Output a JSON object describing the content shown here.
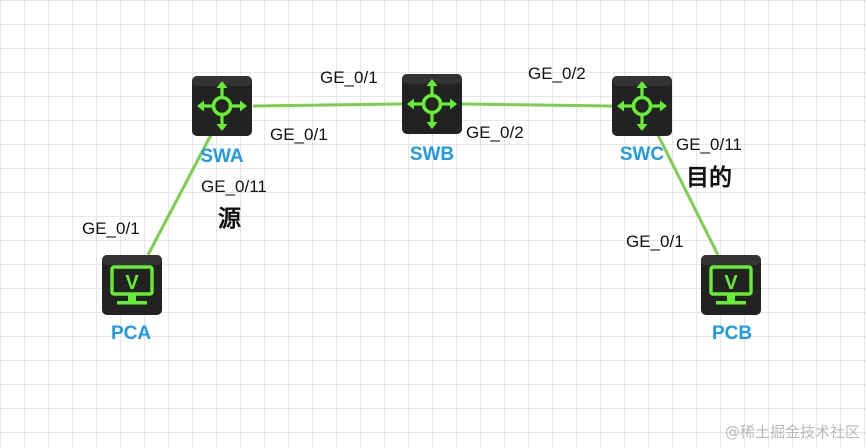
{
  "colors": {
    "link": "#7bd04b",
    "device_body": "#222222",
    "device_glyph": "#66ee33",
    "label_blue": "#1e9be6"
  },
  "nodes": {
    "swa": {
      "label": "SWA",
      "icon": "switch-icon"
    },
    "swb": {
      "label": "SWB",
      "icon": "switch-icon"
    },
    "swc": {
      "label": "SWC",
      "icon": "switch-icon"
    },
    "pca": {
      "label": "PCA",
      "icon": "pc-monitor-icon",
      "glyph": "V"
    },
    "pcb": {
      "label": "PCB",
      "icon": "pc-monitor-icon",
      "glyph": "V"
    }
  },
  "ports": {
    "swa_up": "GE_0/1",
    "swb_left_top": "GE_0/1",
    "swa_right": "GE_0/1",
    "swb_right": "GE_0/2",
    "swc_left_top": "GE_0/2",
    "swc_down": "GE_0/11",
    "swa_down": "GE_0/11",
    "pca_up": "GE_0/1",
    "pcb_up": "GE_0/1"
  },
  "roles": {
    "source": "源",
    "destination": "目的"
  },
  "watermark": "@稀土掘金技术社区"
}
